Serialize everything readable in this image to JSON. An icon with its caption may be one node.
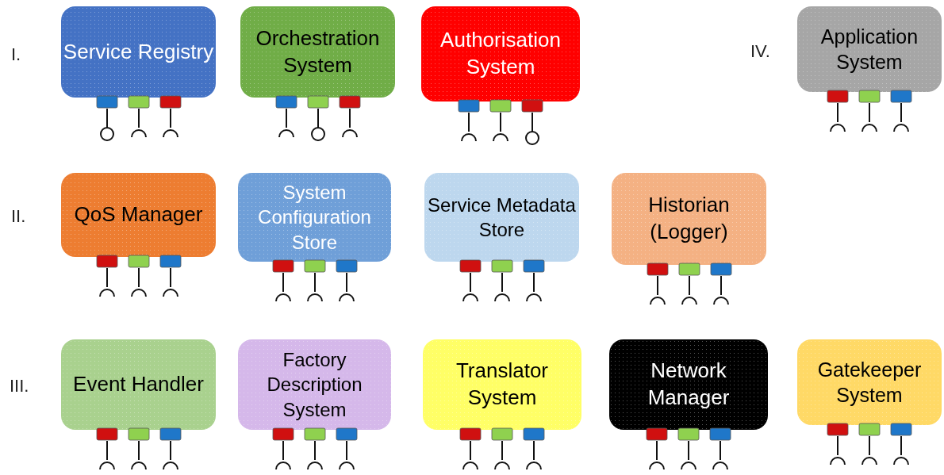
{
  "diagram": {
    "nodes": [
      {
        "text": [
          "Service Registry"
        ]
      },
      {
        "text": [
          "Orchestration System"
        ]
      },
      {
        "text": [
          "Authorisation System"
        ]
      },
      {
        "text": [
          "Application System"
        ]
      },
      {
        "text": [
          "QoS Manager"
        ]
      },
      {
        "text": [
          "System Configuration Store"
        ]
      },
      {
        "text": [
          "Service Metadata Store"
        ]
      },
      {
        "text": [
          "Historian (Logger)"
        ]
      },
      {
        "text": [
          "Event Handler"
        ]
      },
      {
        "text": [
          "Factory Description System"
        ]
      },
      {
        "text": [
          "Translator System"
        ]
      },
      {
        "text": [
          "Network Manager"
        ]
      },
      {
        "text": [
          "Gatekeeper System"
        ]
      }
    ],
    "labels": [
      "I.",
      "IV.",
      "II.",
      "III."
    ]
  }
}
